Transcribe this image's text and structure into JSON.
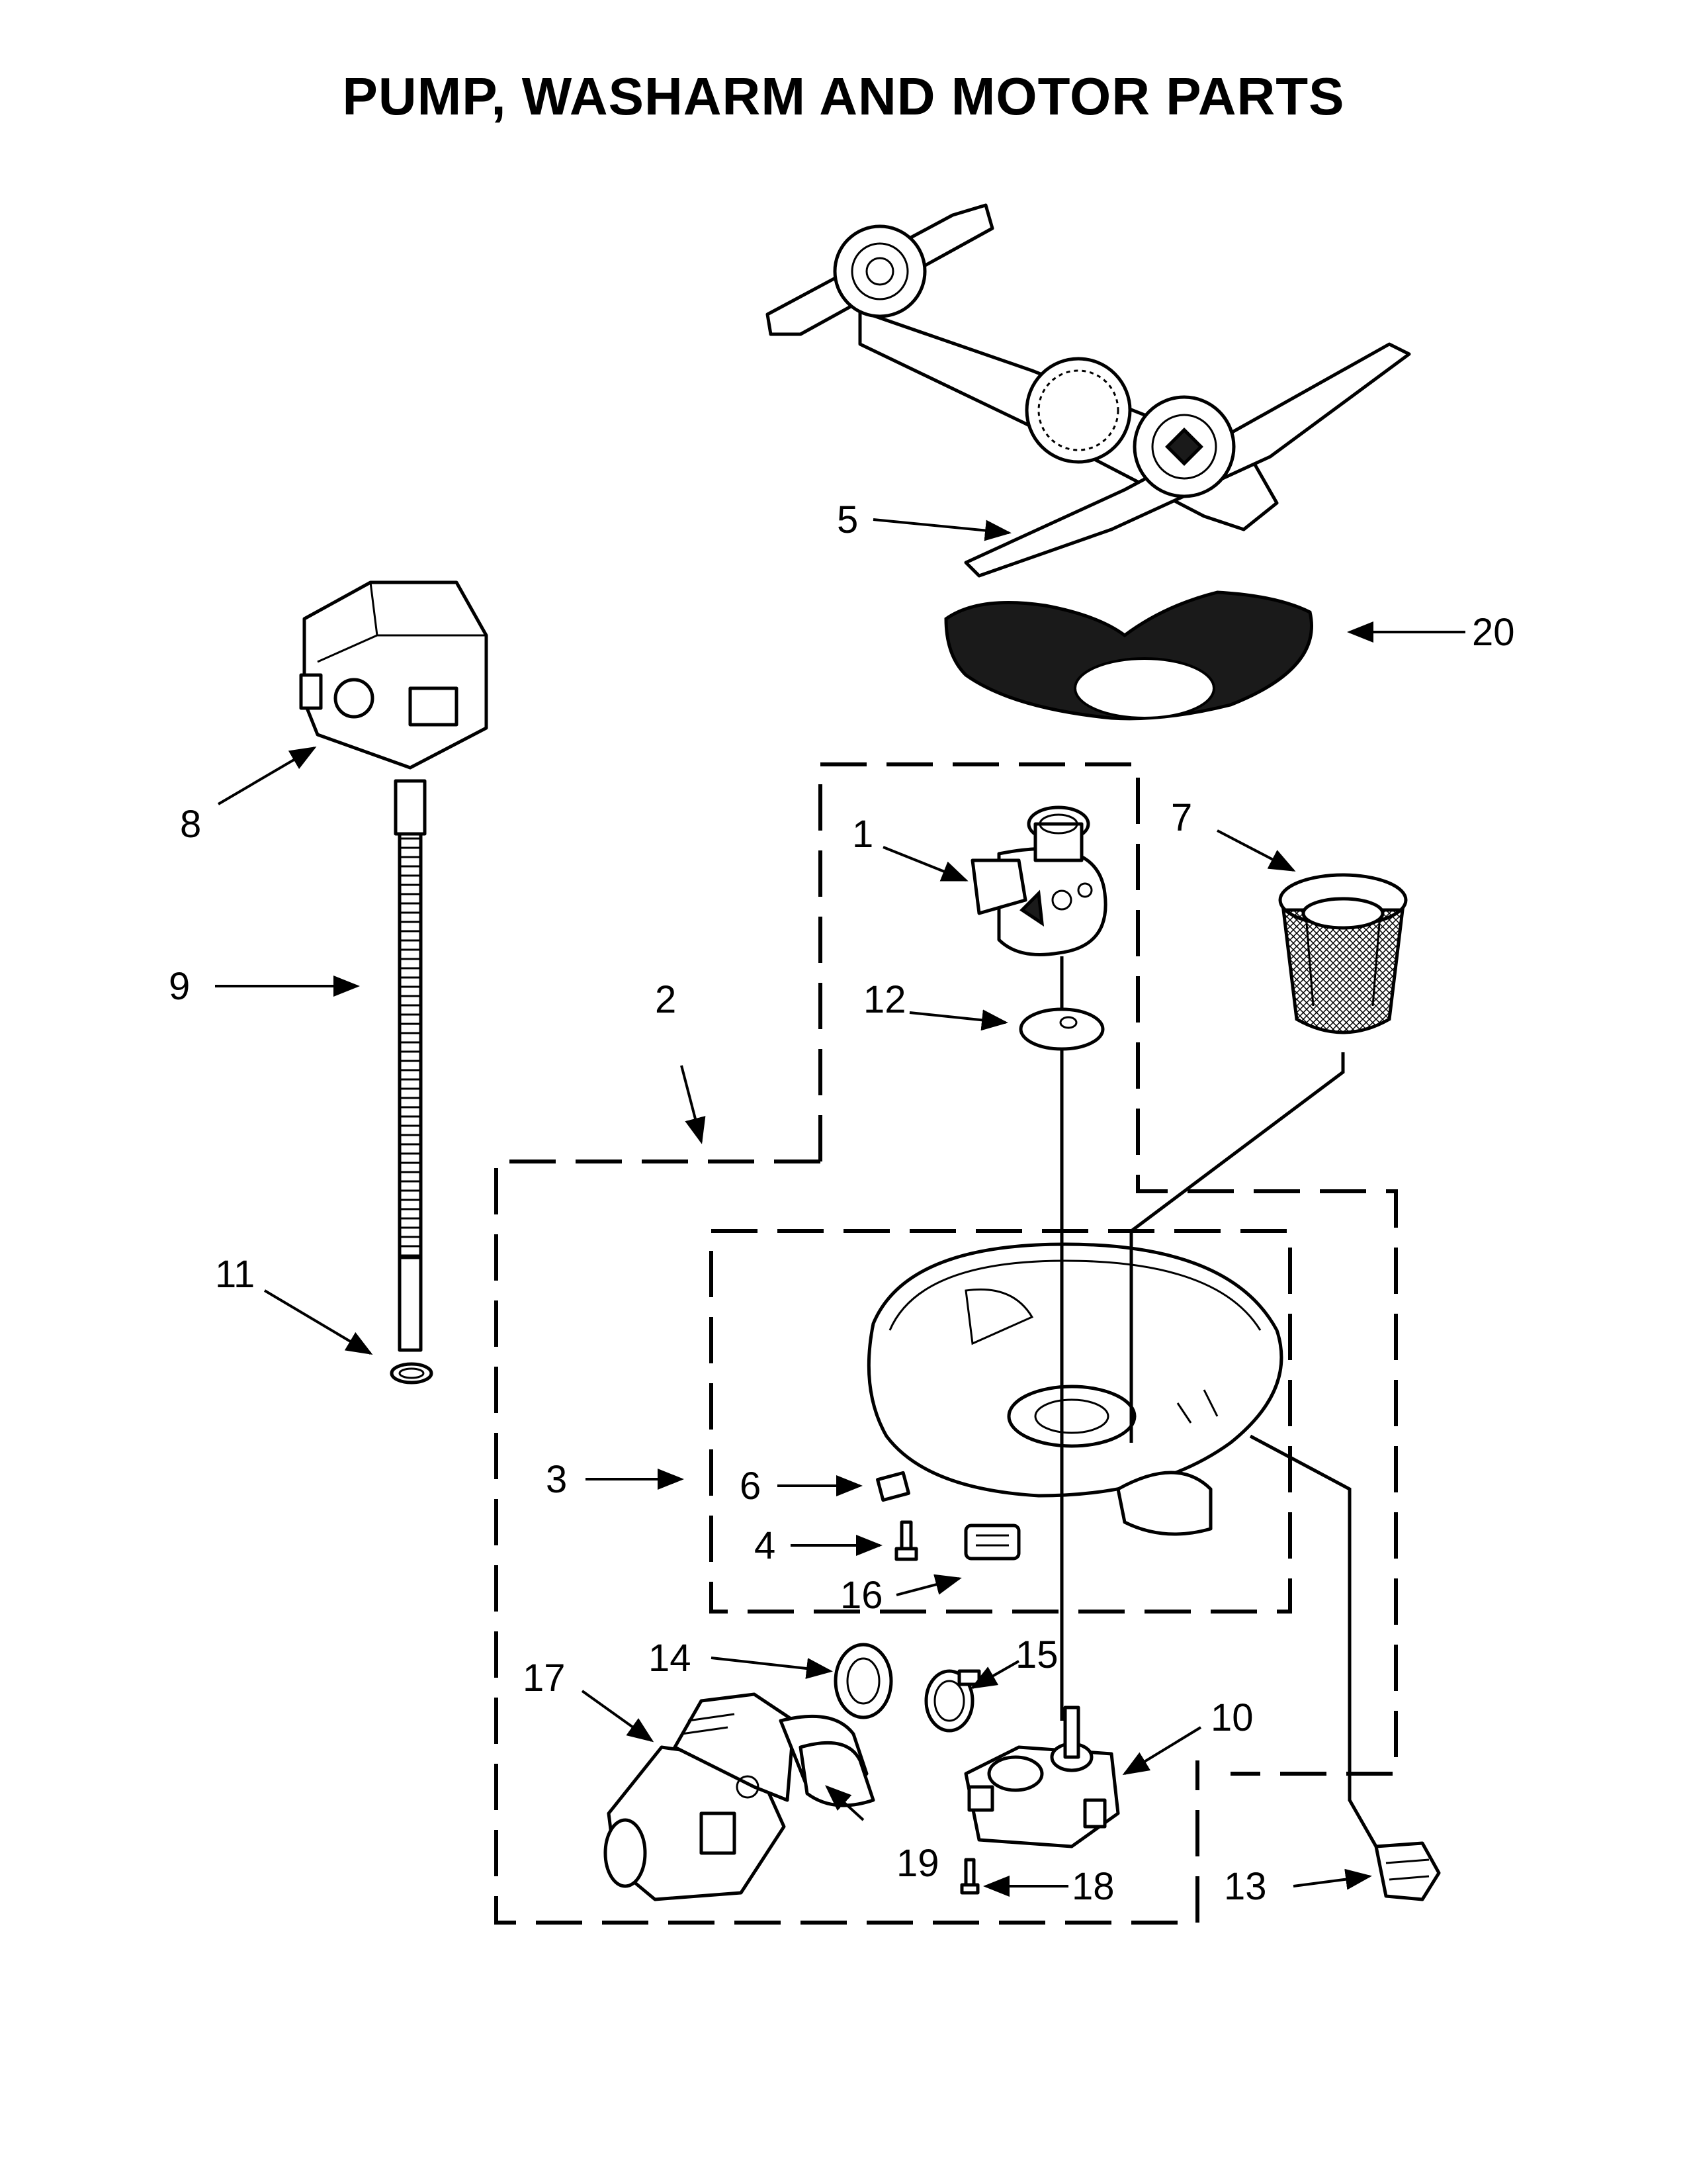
{
  "title": "PUMP, WASHARM AND MOTOR PARTS",
  "callouts": {
    "c1": "1",
    "c2": "2",
    "c3": "3",
    "c4": "4",
    "c5": "5",
    "c6": "6",
    "c7": "7",
    "c8": "8",
    "c9": "9",
    "c10": "10",
    "c11": "11",
    "c12": "12",
    "c13": "13",
    "c14": "14",
    "c15": "15",
    "c16": "16",
    "c17": "17",
    "c18": "18",
    "c19": "19",
    "c20": "20"
  }
}
